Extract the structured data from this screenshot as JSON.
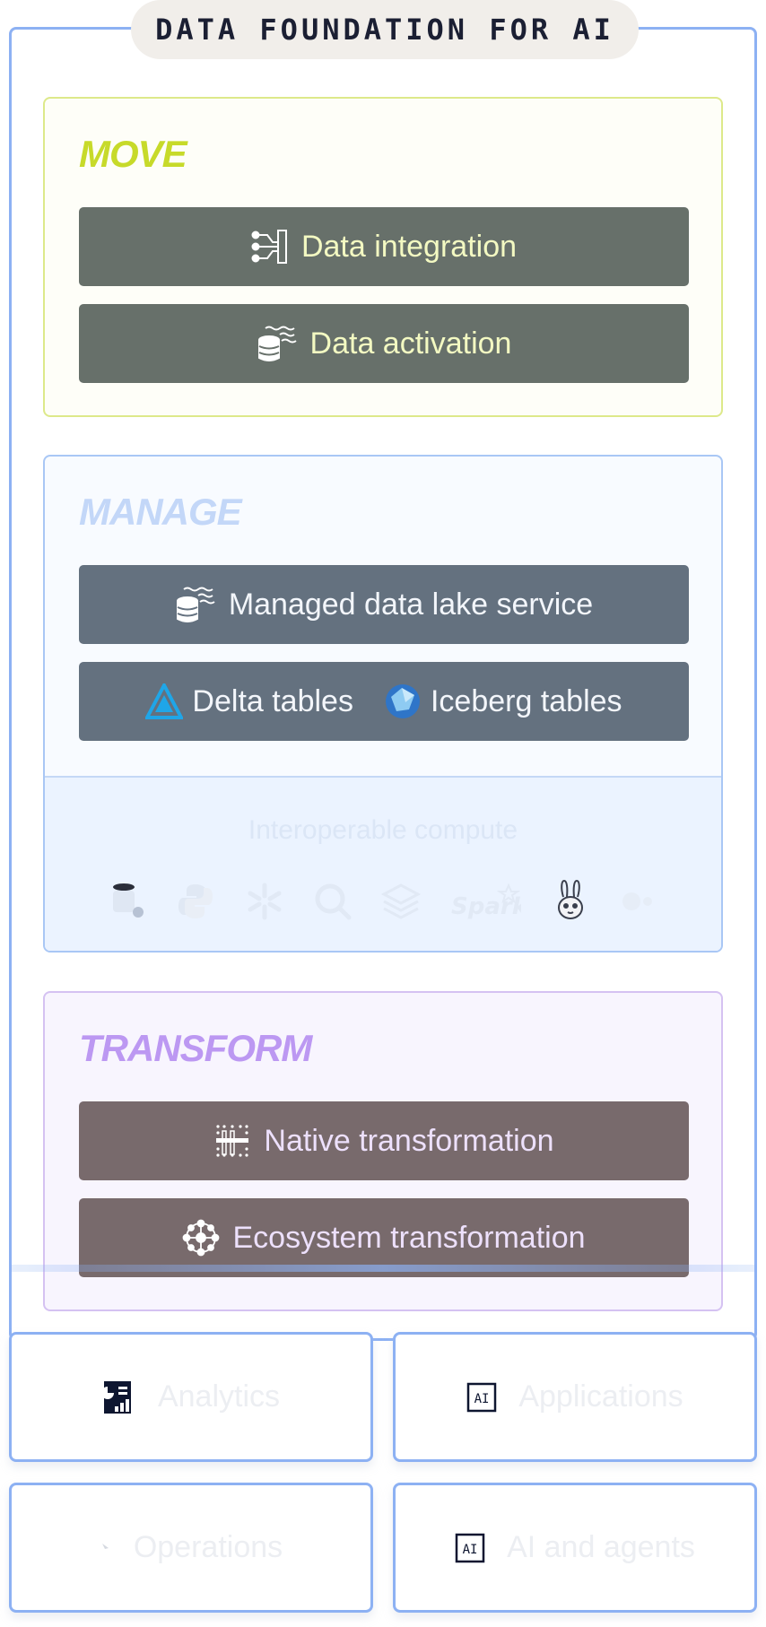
{
  "title": "DATA FOUNDATION FOR AI",
  "move": {
    "label": "MOVE",
    "items": [
      "Data integration",
      "Data activation"
    ]
  },
  "manage": {
    "label": "MANAGE",
    "service": "Managed data lake service",
    "delta": "Delta tables",
    "iceberg": "Iceberg tables",
    "compute_title": "Interoperable compute",
    "compute_logos": [
      "sql-engine-icon",
      "python-icon",
      "snowflake-icon",
      "bigquery-icon",
      "databricks-icon",
      "spark-icon",
      "rabbit-icon",
      "dots-icon"
    ]
  },
  "transform": {
    "label": "TRANSFORM",
    "items": [
      "Native transformation",
      "Ecosystem transformation"
    ]
  },
  "cards": [
    "Analytics",
    "Applications",
    "Operations",
    "AI and agents"
  ],
  "ai_badge": "AI",
  "colors": {
    "move_accent": "#c7da2a",
    "manage_accent": "#c3d7f8",
    "transform_accent": "#bc98f2",
    "frame": "#8db1f3"
  }
}
